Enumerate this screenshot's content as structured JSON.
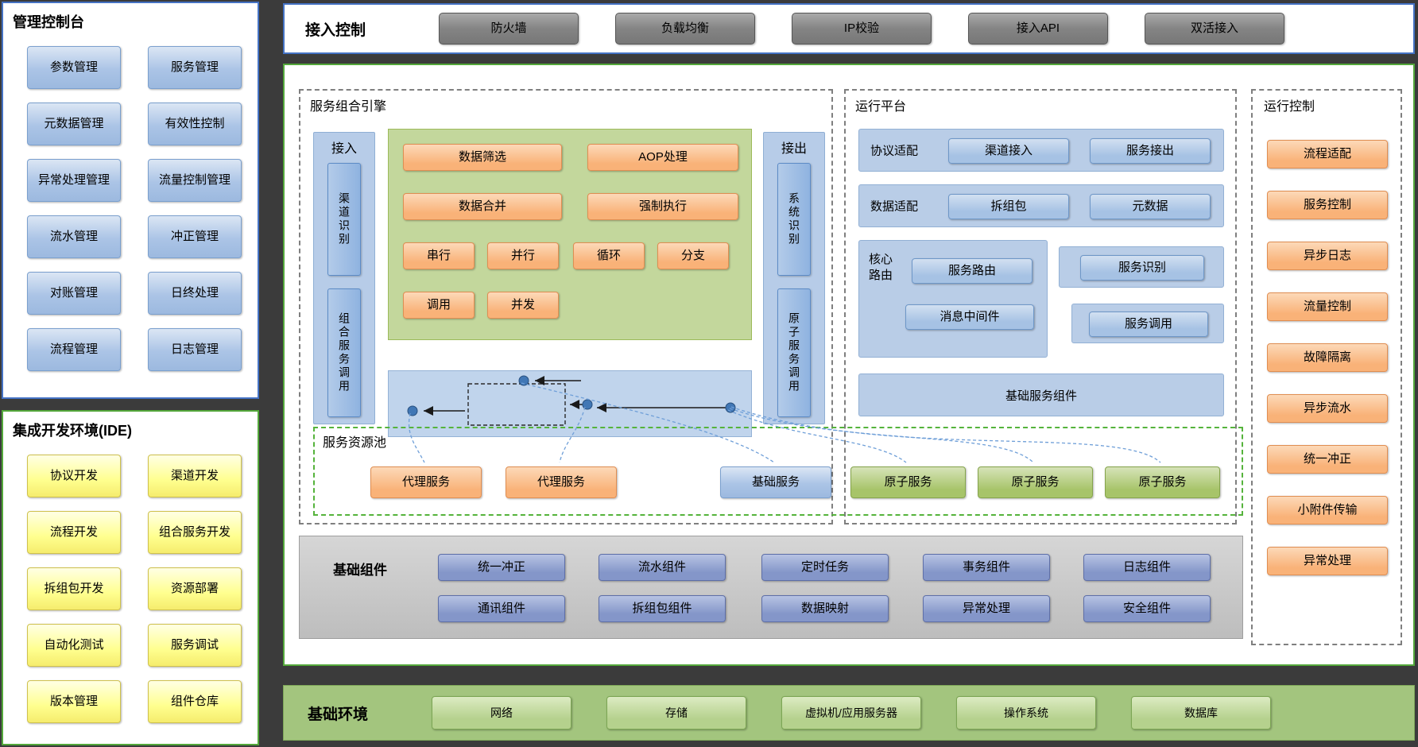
{
  "colors": {
    "background": "#3b3b3b",
    "panel_border_blue": "#4472c4",
    "panel_border_green": "#53a73a",
    "button_blue": "#a9c4e6",
    "button_yellow": "#ffff8f",
    "button_gray": "#8a8a8a",
    "button_orange": "#f9b278",
    "button_green": "#a7c469",
    "button_violet_blue": "#8a9cce",
    "container_blue": "#b9cde7",
    "container_green": "#c3d79c",
    "env_green": "#a3c57e"
  },
  "management_console": {
    "title": "管理控制台",
    "items_left": [
      "参数管理",
      "元数据管理",
      "异常处理管理",
      "流水管理",
      "对账管理",
      "流程管理"
    ],
    "items_right": [
      "服务管理",
      "有效性控制",
      "流量控制管理",
      "冲正管理",
      "日终处理",
      "日志管理"
    ]
  },
  "ide": {
    "title": "集成开发环境(IDE)",
    "items_left": [
      "协议开发",
      "流程开发",
      "拆组包开发",
      "自动化测试",
      "版本管理"
    ],
    "items_right": [
      "渠道开发",
      "组合服务开发",
      "资源部署",
      "服务调试",
      "组件仓库"
    ]
  },
  "access_control": {
    "title": "接入控制",
    "items": [
      "防火墙",
      "负载均衡",
      "IP校验",
      "接入API",
      "双活接入"
    ]
  },
  "service_engine": {
    "title": "服务组合引擎",
    "inlet": {
      "label": "接入",
      "items": [
        "渠道识别",
        "组合服务调用"
      ]
    },
    "outlet": {
      "label": "接出",
      "items": [
        "系统识别",
        "原子服务调用"
      ]
    },
    "ops": [
      "数据筛选",
      "AOP处理",
      "数据合并",
      "强制执行",
      "串行",
      "并行",
      "循环",
      "分支",
      "调用",
      "并发"
    ]
  },
  "resource_pool": {
    "title": "服务资源池",
    "items": [
      "代理服务",
      "代理服务",
      "基础服务",
      "原子服务",
      "原子服务",
      "原子服务"
    ]
  },
  "runtime_platform": {
    "title": "运行平台",
    "row1_label": "协议适配",
    "row1_items": [
      "渠道接入",
      "服务接出"
    ],
    "row2_label": "数据适配",
    "row2_items": [
      "拆组包",
      "元数据"
    ],
    "core_label": "核心路由",
    "core_items": [
      "服务路由",
      "消息中间件"
    ],
    "side_items": [
      "服务识别",
      "服务调用"
    ],
    "base_label": "基础服务组件"
  },
  "runtime_control": {
    "title": "运行控制",
    "items": [
      "流程适配",
      "服务控制",
      "异步日志",
      "流量控制",
      "故障隔离",
      "异步流水",
      "统一冲正",
      "小附件传输",
      "异常处理"
    ]
  },
  "basic_components": {
    "title": "基础组件",
    "row1": [
      "统一冲正",
      "流水组件",
      "定时任务",
      "事务组件",
      "日志组件"
    ],
    "row2": [
      "通讯组件",
      "拆组包组件",
      "数据映射",
      "异常处理",
      "安全组件"
    ]
  },
  "basic_env": {
    "title": "基础环境",
    "items": [
      "网络",
      "存储",
      "虚拟机/应用服务器",
      "操作系统",
      "数据库"
    ]
  }
}
